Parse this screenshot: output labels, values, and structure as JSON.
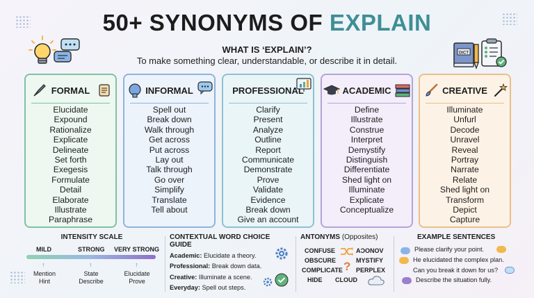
{
  "title": {
    "main": "50+ SYNONYMS OF ",
    "accent": "EXPLAIN"
  },
  "definition": {
    "question": "WHAT IS ‘EXPLAIN’?",
    "text": "To make something clear, understandable, or describe it in detail."
  },
  "decor": {
    "book_label": "DICT"
  },
  "colors": {
    "formal": "#7ec2a3",
    "informal": "#8fb3dd",
    "professional": "#8fc0cf",
    "academic": "#b7a2d7",
    "creative": "#ebbf88",
    "title_accent": "#3f8e96"
  },
  "categories": [
    {
      "title": "FORMAL",
      "icon": "fountain-pen-icon",
      "icon2": "scroll-icon",
      "words": [
        "Elucidate",
        "Expound",
        "Rationalize",
        "Explicate",
        "Delineate",
        "Set forth",
        "Exegesis",
        "Formulate",
        "Detail",
        "Elaborate",
        "Illustrate",
        "Paraphrase"
      ]
    },
    {
      "title": "INFORMAL",
      "icon": "head-icon",
      "icon2": "chat-icon",
      "words": [
        "Spell out",
        "Break down",
        "Walk through",
        "Get across",
        "Put across",
        "Lay out",
        "Talk through",
        "Go over",
        "Simplify",
        "Translate",
        "Tell about"
      ]
    },
    {
      "title": "PROFESSIONAL",
      "icon": "chart-board-icon",
      "words": [
        "Clarify",
        "Present",
        "Analyze",
        "Outline",
        "Report",
        "Communicate",
        "Demonstrate",
        "Prove",
        "Validate",
        "Evidence",
        "Break down",
        "Give an account"
      ]
    },
    {
      "title": "ACADEMIC",
      "icon": "graduation-cap-icon",
      "icon2": "books-icon",
      "words": [
        "Define",
        "Illustrate",
        "Construe",
        "Interpret",
        "Demystify",
        "Distinguish",
        "Differentiate",
        "Shed light on",
        "Illuminate",
        "Explicate",
        "Conceptualize"
      ]
    },
    {
      "title": "CREATIVE",
      "icon": "paintbrush-icon",
      "icon2": "magic-wand-icon",
      "words": [
        "Illuminate",
        "Unfurl",
        "Decode",
        "Unravel",
        "Reveal",
        "Portray",
        "Narrate",
        "Relate",
        "Shed light on",
        "Transform",
        "Depict",
        "Capture"
      ]
    }
  ],
  "intensity": {
    "title": "INTENSITY SCALE",
    "levels": [
      "MILD",
      "STRONG",
      "VERY STRONG"
    ],
    "examples": [
      {
        "a": "Mention",
        "b": "Hint"
      },
      {
        "a": "State",
        "b": "Describe"
      },
      {
        "a": "Elucidate",
        "b": "Prove"
      }
    ]
  },
  "guide": {
    "title": "CONTEXTUAL WORD CHOICE GUIDE",
    "rows": [
      {
        "label": "Academic:",
        "text": " Elucidate a theory."
      },
      {
        "label": "Professional:",
        "text": " Break down data."
      },
      {
        "label": "Creative:",
        "text": " Illuminate a scene."
      },
      {
        "label": "Everyday:",
        "text": " Spell out steps."
      }
    ]
  },
  "antonyms": {
    "title": "ANTONYMS",
    "subtitle": " (Opposites)",
    "left": [
      "CONFUSE",
      "OBSCURE",
      "COMPLICATE",
      "HIDE"
    ],
    "right": [
      "AƆONOV",
      "MYSTIFY",
      "PERPLEX",
      "CLOUD"
    ]
  },
  "sentences": {
    "title": "EXAMPLE SENTENCES",
    "items": [
      "Please clarify your point.",
      "He elucidated the complex plan.",
      "Can you break it down for us?",
      "Describe the situation fully."
    ]
  }
}
